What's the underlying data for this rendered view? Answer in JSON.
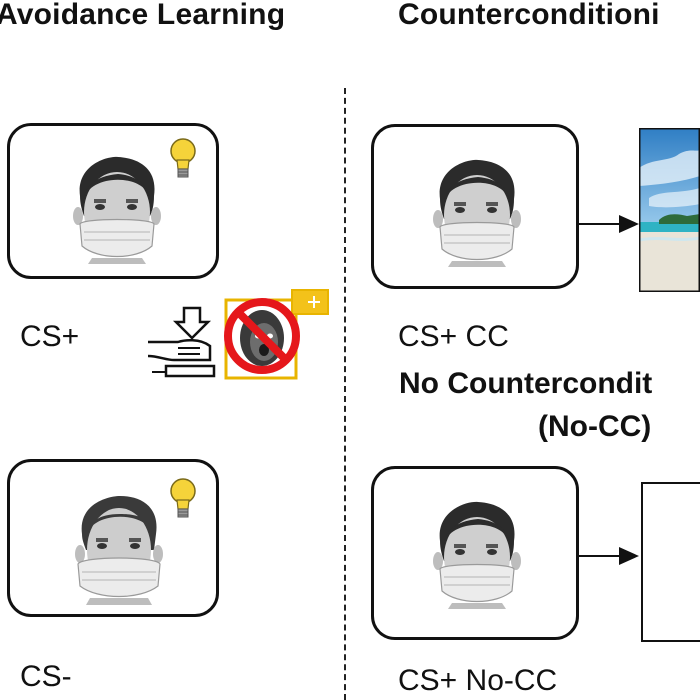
{
  "headings": {
    "avoidance": "Avoidance Learning",
    "counterconditioning": "Counterconditioni"
  },
  "labels": {
    "cs_plus": "CS+",
    "cs_minus": "CS-",
    "cs_plus_cc": "CS+ CC",
    "cs_plus_nocc": "CS+ No-CC"
  },
  "no_cc_heading": {
    "line1": "No Countercondit",
    "line2": "(No-CC)"
  },
  "icons": {
    "bulb": "lightbulb-icon",
    "press": "press-button-icon",
    "prohibit": "prohibited-icon",
    "arrow": "arrow-right-icon"
  },
  "colors": {
    "bulb_yellow": "#f5d33a",
    "prohibit_red": "#e5171b",
    "frame_gold": "#e8b400",
    "sky_blue": "#4f9fd8",
    "sand": "#e9e4d8",
    "sea": "#2fb3c4"
  }
}
